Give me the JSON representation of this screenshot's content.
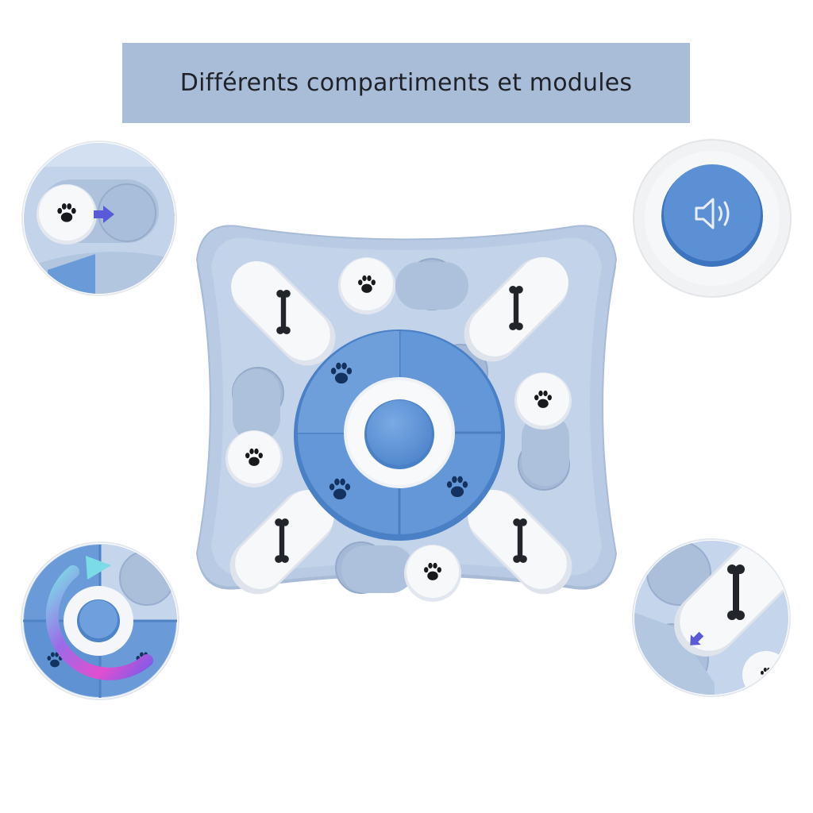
{
  "banner": {
    "title": "Différents compartiments et modules"
  },
  "colors": {
    "banner_bg": "#a9bdd8",
    "tray": "#b7c9e3",
    "accent_blue": "#5b8fd1",
    "cover_white": "#f4f6f9",
    "well": "#9fb3cf",
    "arrow_purple": "#5a59d8"
  },
  "icons": [
    "paw-print-icon",
    "bone-icon",
    "speaker-icon",
    "rotate-arrow-icon",
    "slide-arrow-icon"
  ],
  "insets": [
    {
      "name": "inset-slide-paw-cover",
      "icon": "slide-arrow-icon"
    },
    {
      "name": "inset-sound-button",
      "icon": "speaker-icon"
    },
    {
      "name": "inset-rotating-dial",
      "icon": "rotate-arrow-icon"
    },
    {
      "name": "inset-slide-bone-cover",
      "icon": "slide-arrow-icon"
    }
  ]
}
